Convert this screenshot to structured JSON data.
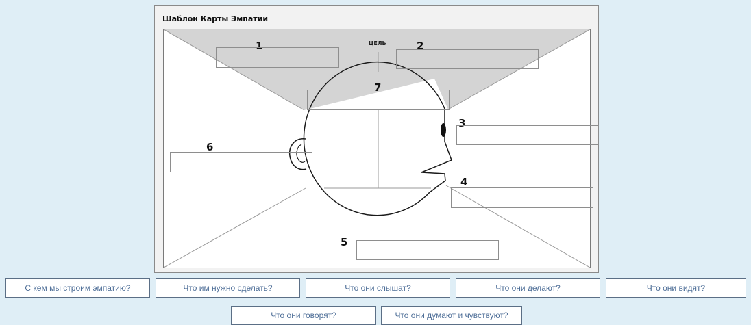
{
  "map": {
    "title": "Шаблон Карты Эмпатии",
    "goal_label": "ЦЕЛЬ",
    "zones": [
      {
        "number": "1"
      },
      {
        "number": "2"
      },
      {
        "number": "3"
      },
      {
        "number": "4"
      },
      {
        "number": "5"
      },
      {
        "number": "6"
      },
      {
        "number": "7"
      }
    ]
  },
  "answers": [
    {
      "label": "С кем мы строим эмпатию?"
    },
    {
      "label": "Что им нужно сделать?"
    },
    {
      "label": "Что они слышат?"
    },
    {
      "label": "Что они делают?"
    },
    {
      "label": "Что они видят?"
    },
    {
      "label": "Что они говорят?"
    },
    {
      "label": "Что они думают и чувствуют?"
    }
  ]
}
